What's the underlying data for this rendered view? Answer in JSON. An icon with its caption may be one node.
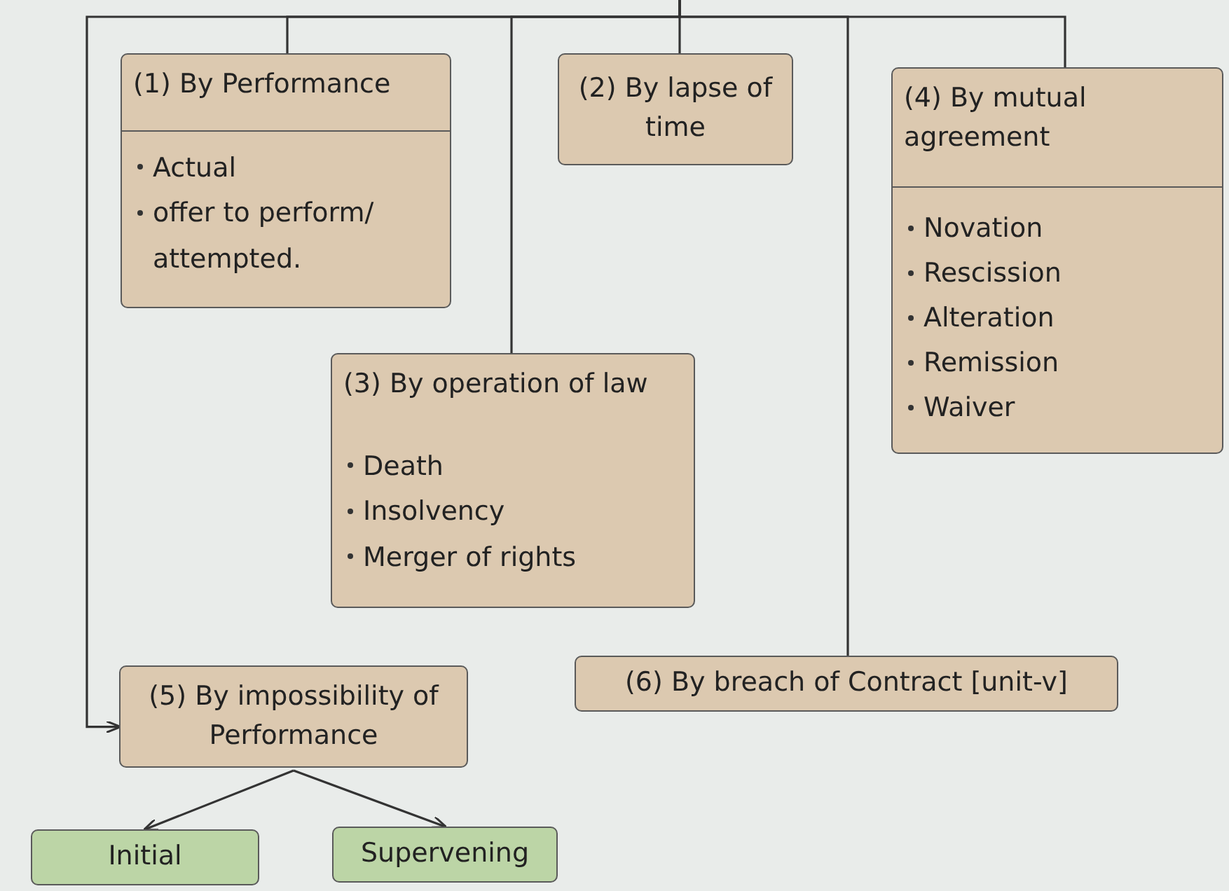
{
  "diagram": {
    "nodes": [
      {
        "text": [
          "(1) By Performance",
          "Actual",
          "offer to perform/ attempted."
        ]
      },
      {
        "text": [
          "(2) By lapse of time"
        ]
      },
      {
        "text": [
          "(4) By mutual agreement",
          "Novation",
          "Rescission",
          "Alteration",
          "Remission",
          "Waiver"
        ]
      },
      {
        "text": [
          "(3) By operation of law",
          "Death",
          "Insolvency",
          "Merger of rights"
        ]
      },
      {
        "text": [
          "(5) By impossibility of Performance"
        ]
      },
      {
        "text": [
          "(6) By breach of Contract [unit-v]"
        ]
      },
      {
        "text": [
          "Initial"
        ]
      },
      {
        "text": [
          "Supervening"
        ]
      }
    ],
    "edges": [
      {
        "from": null,
        "to": 0,
        "arrow": "none"
      },
      {
        "from": null,
        "to": 1,
        "arrow": "none"
      },
      {
        "from": null,
        "to": 2,
        "arrow": "none"
      },
      {
        "from": null,
        "to": 3,
        "arrow": "none"
      },
      {
        "from": null,
        "to": 5,
        "arrow": "none"
      },
      {
        "from": null,
        "to": 4,
        "arrow": "to"
      },
      {
        "from": 4,
        "to": 6,
        "arrow": "to"
      },
      {
        "from": 4,
        "to": 7,
        "arrow": "to"
      }
    ]
  }
}
